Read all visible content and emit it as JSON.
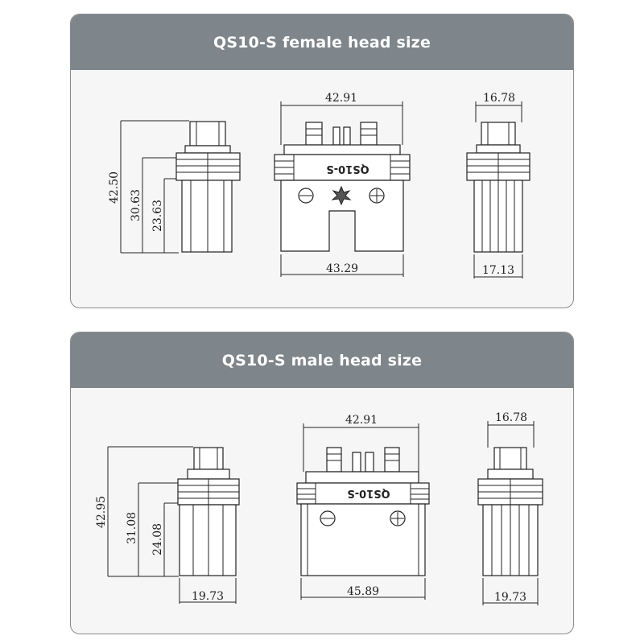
{
  "female": {
    "title": "QS10-S female head size",
    "side_view": {
      "total_height": "42.50",
      "mid_height": "30.63",
      "low_height": "23.63"
    },
    "front_view": {
      "top_width": "42.91",
      "bottom_width": "43.29",
      "label": "QS10-S"
    },
    "end_view": {
      "top_width": "16.78",
      "bottom_width": "17.13"
    }
  },
  "male": {
    "title": "QS10-S male head size",
    "side_view": {
      "total_height": "42.95",
      "mid_height": "31.08",
      "low_height": "24.08",
      "bottom_width": "19.73"
    },
    "front_view": {
      "top_width": "42.91",
      "bottom_width": "45.89",
      "label": "QS10-S"
    },
    "end_view": {
      "top_width": "16.78",
      "bottom_width": "19.73"
    }
  },
  "colors": {
    "header_bg": "#7e868b",
    "panel_bg": "#f6f6f6",
    "line": "#222222"
  },
  "icons": [
    "screw-head-icon",
    "spark-logo-icon",
    "plus-screw-icon"
  ]
}
